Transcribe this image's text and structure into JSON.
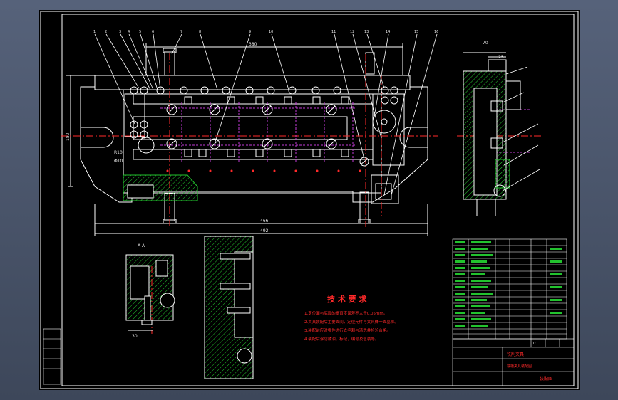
{
  "colors": {
    "background": "#000000",
    "border": "#ffffff",
    "part_outline": "#ffffff",
    "hatch": "#22c22e",
    "centerline": "#ff2a2a",
    "hidden_line": "#c23bd6",
    "dimension": "#ffffff",
    "leader": "#ffffff"
  },
  "drawing": {
    "section_label": "A-A",
    "dimensions": {
      "top_length": "380",
      "overall_inner": "466",
      "overall_outer": "492",
      "height_left": "180",
      "side_width": "70",
      "side_offset": "25",
      "section_width": "30",
      "radius": "R10",
      "hole": "Φ10"
    },
    "part_numbers": [
      "1",
      "2",
      "3",
      "4",
      "5",
      "6",
      "7",
      "8",
      "9",
      "10",
      "11",
      "12",
      "13",
      "14",
      "15",
      "16"
    ]
  },
  "tech_requirements": {
    "title": "技 术 要 求",
    "items": [
      "1.定位面与底面的垂直度误差不大于0.05mm。",
      "2.夹具装配后主要面间，定位元件与夹具体一面基准。",
      "3.装配前应对零件进行去毛刺与清洗并检验合格。",
      "4.装配后涂防锈油，标记，编号及包装等。"
    ]
  },
  "title_block": {
    "drawing_title": "铣削夹具",
    "name_line": "铣槽夹具装配图",
    "scale": "1:1",
    "sheet_label": "装配图"
  }
}
